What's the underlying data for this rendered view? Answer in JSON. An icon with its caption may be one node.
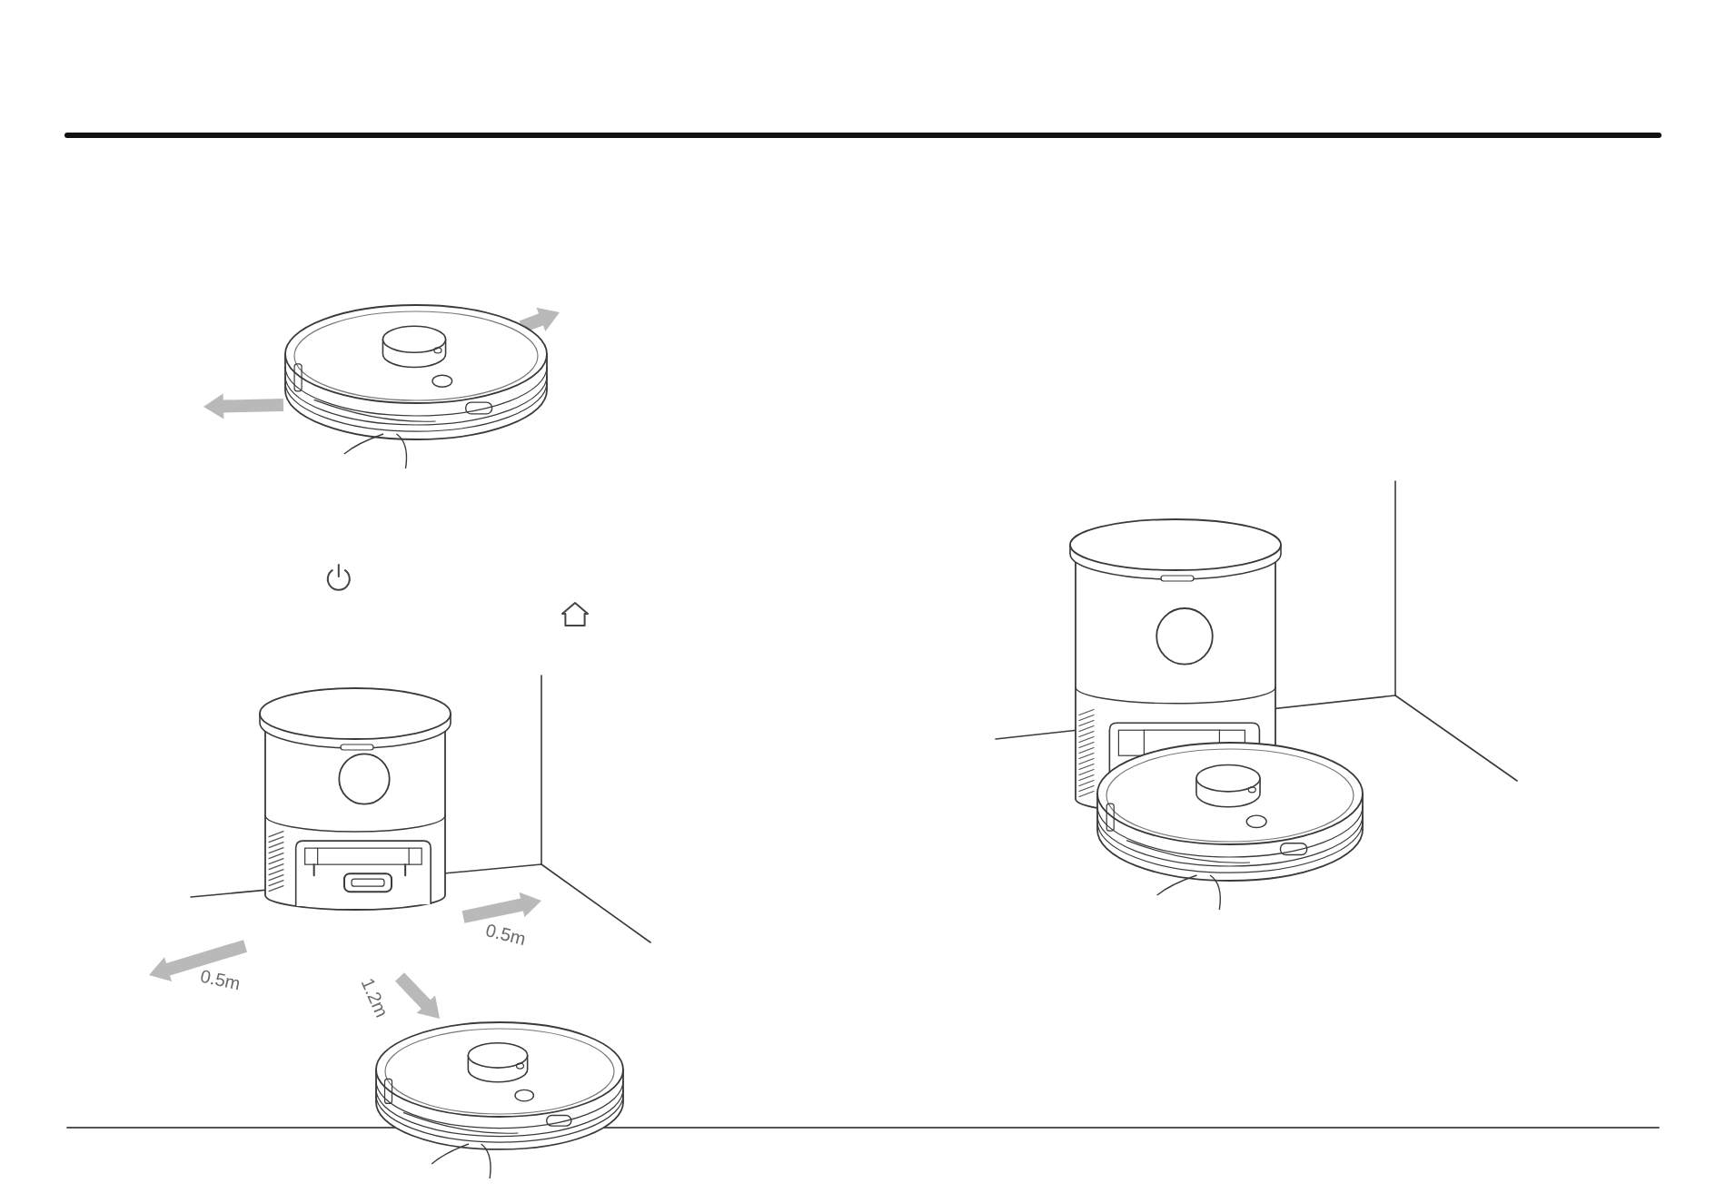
{
  "diagram": {
    "labels": [
      "0.5m",
      "0.5m",
      "1.2m"
    ]
  }
}
